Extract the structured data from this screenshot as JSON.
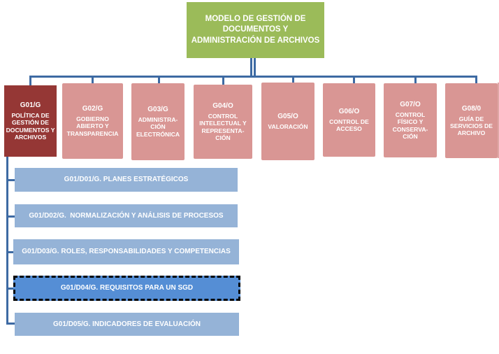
{
  "colors": {
    "root": "#9bbb59",
    "active_node": "#953735",
    "node": "#d99694",
    "sub_node": "#95b3d7",
    "selected_sub_node": "#558ed5",
    "connector": "#3d6aa3"
  },
  "root": {
    "title": "MODELO DE GESTIÓN DE DOCUMENTOS Y ADMINISTRACIÓN DE ARCHIVOS"
  },
  "groups": [
    {
      "code": "G01/G",
      "label": "POLÍTICA DE\nGESTIÓN DE\nDOCUMENTOS Y\nARCHIVOS",
      "active": true
    },
    {
      "code": "G02/G",
      "label": "GOBIERNO\nABIERTO Y\nTRANSPARENCIA"
    },
    {
      "code": "G03/G",
      "label": "ADMINISTRA-\nCIÓN\nELECTRÓNICA"
    },
    {
      "code": "G04/O",
      "label": "CONTROL\nINTELECTUAL Y\nREPRESENTA-\nCIÓN"
    },
    {
      "code": "G05/O",
      "label": "VALORACIÓN"
    },
    {
      "code": "G06/O",
      "label": "CONTROL DE\nACCESO"
    },
    {
      "code": "G07/O",
      "label": "CONTROL\nFÍSICO Y\nCONSERVA-\nCIÓN"
    },
    {
      "code": "G08/0",
      "label": "GUÍA DE\nSERVICIOS DE\nARCHIVO"
    }
  ],
  "documents": [
    {
      "label": "G01/D01/G. PLANES ESTRATÉGICOS"
    },
    {
      "label": "G01/D02/G.  NORMALIZACIÓN Y ANÁLISIS DE PROCESOS"
    },
    {
      "label": "G01/D03/G. ROLES, RESPONSABILIDADES Y COMPETENCIAS"
    },
    {
      "label": "G01/D04/G. REQUISITOS PARA UN SGD",
      "selected": true
    },
    {
      "label": "G01/D05/G. INDICADORES DE EVALUACIÓN"
    }
  ]
}
